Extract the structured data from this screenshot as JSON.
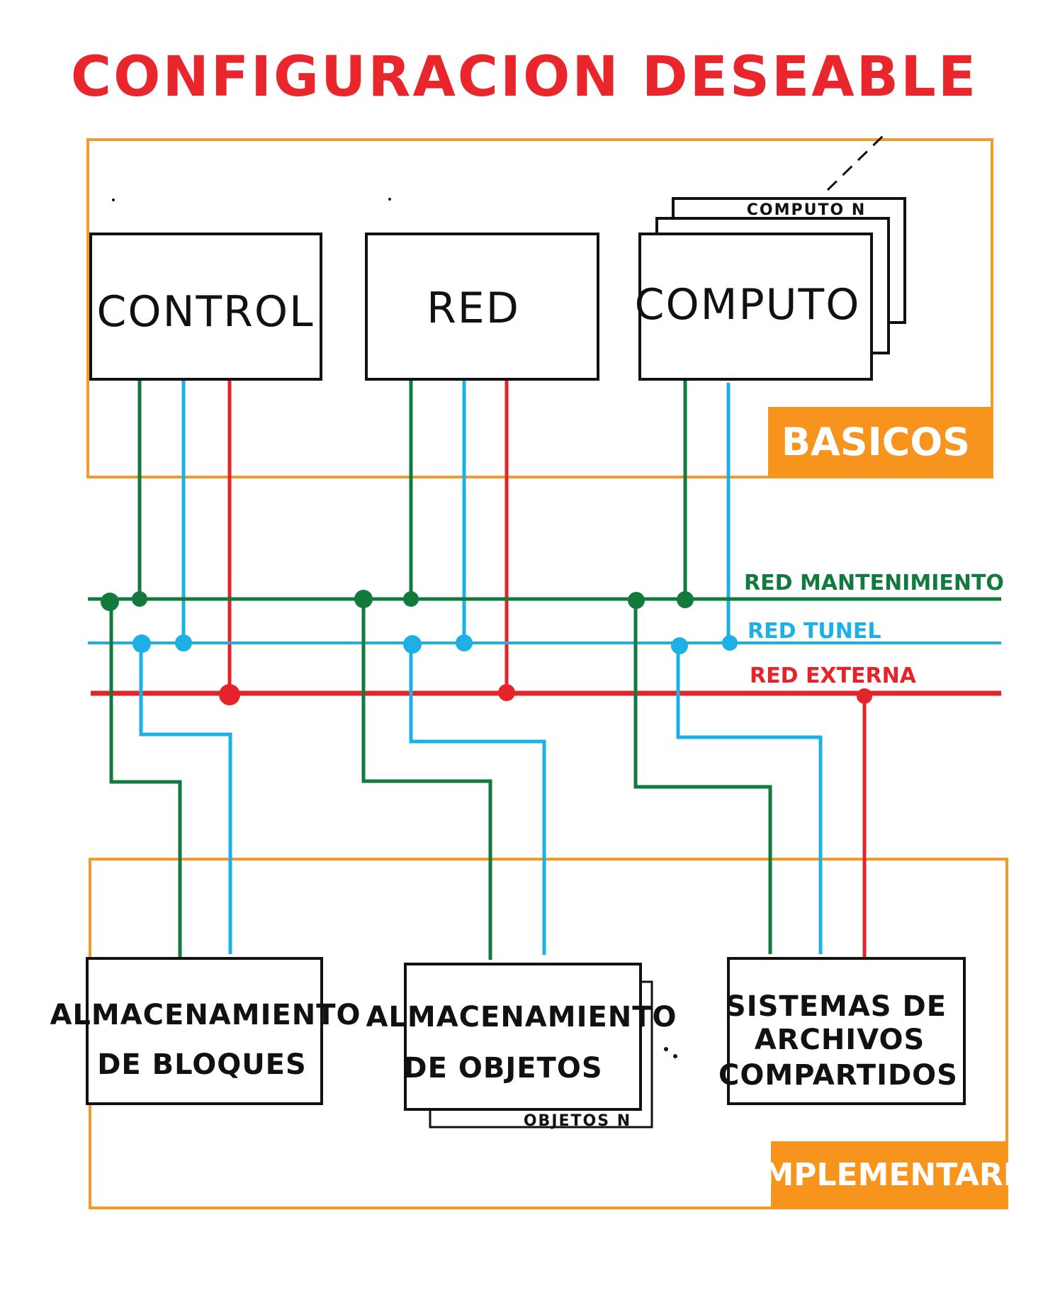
{
  "title": "CONFIGURACION DESEABLE",
  "groups": {
    "basicos": "BASICOS",
    "complementarios": "COMPLEMENTARIOS"
  },
  "nodes": {
    "control": "CONTROL",
    "red": "RED",
    "computo": "COMPUTO",
    "computo_n": "COMPUTO N",
    "bloques_line1": "ALMACENAMIENTO",
    "bloques_line2": "DE BLOQUES",
    "objetos_line1": "ALMACENAMIENTO",
    "objetos_line2": "DE OBJETOS",
    "objetos_n": "OBJETOS N",
    "sistemas_line1": "SISTEMAS DE",
    "sistemas_line2": "ARCHIVOS",
    "sistemas_line3": "COMPARTIDOS"
  },
  "networks": {
    "mantenimiento": "RED MANTENIMIENTO",
    "tunel": "RED TUNEL",
    "externa": "RED EXTERNA"
  },
  "colors": {
    "title": "#e8262b",
    "group_border": "#f39a2b",
    "badge_fill": "#f7941d",
    "mantenimiento": "#127a3c",
    "tunel": "#1cb0e6",
    "externa": "#e5232a",
    "box_stroke": "#111111"
  }
}
